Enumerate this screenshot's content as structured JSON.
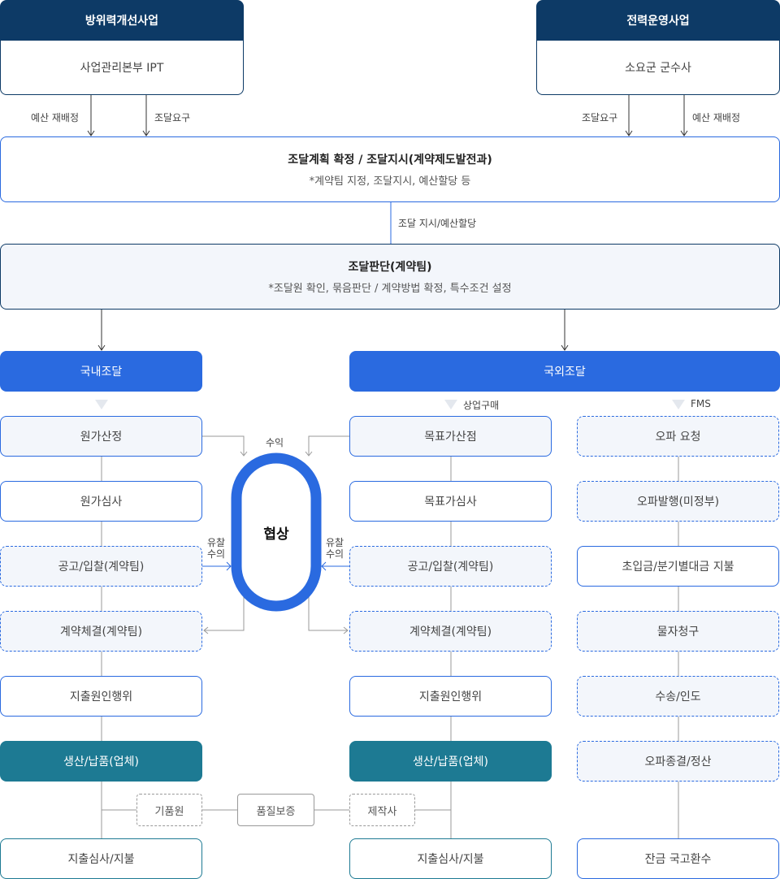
{
  "top_left": {
    "title": "방위력개선사업",
    "body": "사업관리본부 IPT",
    "arrow_left": "예산 재배정",
    "arrow_right": "조달요구"
  },
  "top_right": {
    "title": "전력운영사업",
    "body": "소요군 군수사",
    "arrow_left": "조달요구",
    "arrow_right": "예산 재배정"
  },
  "plan": {
    "title": "조달계획 확정 / 조달지시(계약제도발전과)",
    "note": "*계약팀 지정, 조달지시, 예산할당 등"
  },
  "plan_link": "조달 지시/예산할당",
  "judge": {
    "title": "조달판단(계약팀)",
    "note": "*조달원 확인, 묶음판단 / 계약방법 확정, 특수조건 설정"
  },
  "domestic": {
    "title": "국내조달",
    "steps": [
      "원가산정",
      "원가심사",
      "공고/입찰(계약팀)",
      "계약체결(계약팀)",
      "지출원인행위",
      "생산/납품(업체)",
      "지출심사/지불"
    ]
  },
  "foreign": {
    "title": "국외조달",
    "commercial": {
      "label": "상업구매",
      "steps": [
        "목표가산점",
        "목표가심사",
        "공고/입찰(계약팀)",
        "계약체결(계약팀)",
        "지출원인행위",
        "생산/납품(업체)",
        "지출심사/지불"
      ]
    },
    "fms": {
      "label": "FMS",
      "steps": [
        "오파 요청",
        "오파발행(미정부)",
        "초입금/분기별대금 지불",
        "물자청구",
        "수송/인도",
        "오파종결/정산",
        "잔금 국고환수"
      ]
    }
  },
  "negotiation": {
    "title": "협상",
    "top_label": "수익",
    "left_label": [
      "유찰",
      "수의"
    ],
    "right_label": [
      "유찰",
      "수의"
    ]
  },
  "quality": {
    "left": "기품원",
    "center": "품질보증",
    "right": "제작사"
  },
  "colors": {
    "navy": "#0d3a66",
    "blue": "#2a6ae0",
    "teal": "#1d7a93",
    "fill": "#f3f6fb"
  }
}
